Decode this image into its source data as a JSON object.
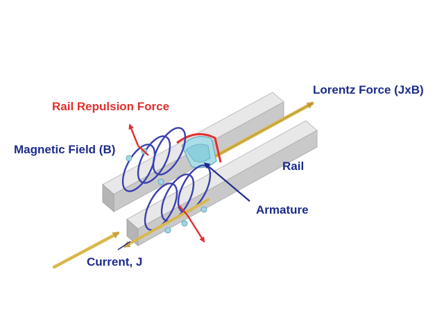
{
  "labels": {
    "lorentz_force": "Lorentz Force (JxB)",
    "rail_repulsion_force": "Rail Repulsion Force",
    "magnetic_field": "Magnetic Field (B)",
    "rail": "Rail",
    "armature": "Armature",
    "current": "Current, J"
  },
  "colors": {
    "lorentz_force_label": "#1c2b8c",
    "rail_repulsion_label": "#e0302e",
    "magnetic_field_label": "#1c2b8c",
    "rail_label": "#1c2b8c",
    "armature_label": "#1c2b8c",
    "current_label": "#1c2b8c",
    "rail_top": "#e6e6e6",
    "rail_side": "#c8c8c8",
    "rail_end": "#b4b4b4",
    "coil": "#3a3fb0",
    "force_arrow": "#d9b84a",
    "repulsion_arrow": "#e0302e",
    "armature_body": "#a9dde8",
    "armature_arc": "#e0302e"
  }
}
